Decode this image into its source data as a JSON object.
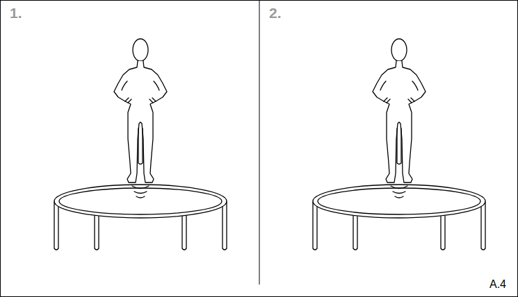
{
  "diagram": {
    "labels": [
      "1.",
      "2.",
      "A.4"
    ]
  }
}
